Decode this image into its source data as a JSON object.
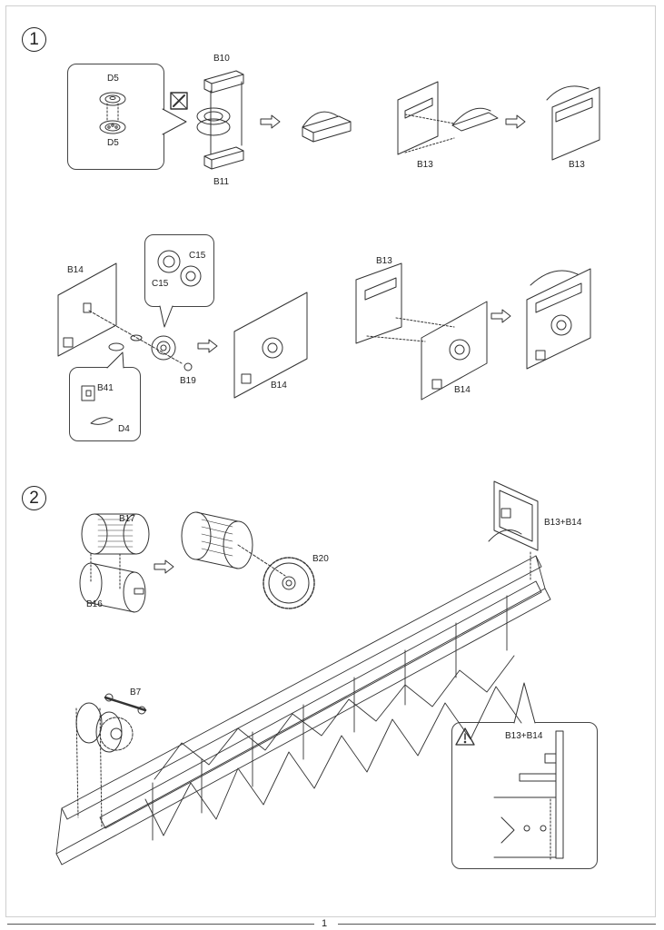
{
  "steps": {
    "step1": "1",
    "step2": "2"
  },
  "labels": {
    "d5_top": "D5",
    "d5_bottom": "D5",
    "b10": "B10",
    "b11": "B11",
    "b13_a": "B13",
    "b13_b": "B13",
    "b13_c": "B13",
    "b14_a": "B14",
    "b14_b": "B14",
    "b14_c": "B14",
    "c15_a": "C15",
    "c15_b": "C15",
    "b19": "B19",
    "b41": "B41",
    "d4": "D4",
    "b17": "B17",
    "b16": "B16",
    "b20": "B20",
    "b13b14_a": "B13+B14",
    "b7": "B7",
    "b13b14_b": "B13+B14"
  },
  "icons": {
    "no_glue": "no-glue-icon",
    "warning": "warning-icon"
  },
  "footer": {
    "page_number": "1"
  }
}
